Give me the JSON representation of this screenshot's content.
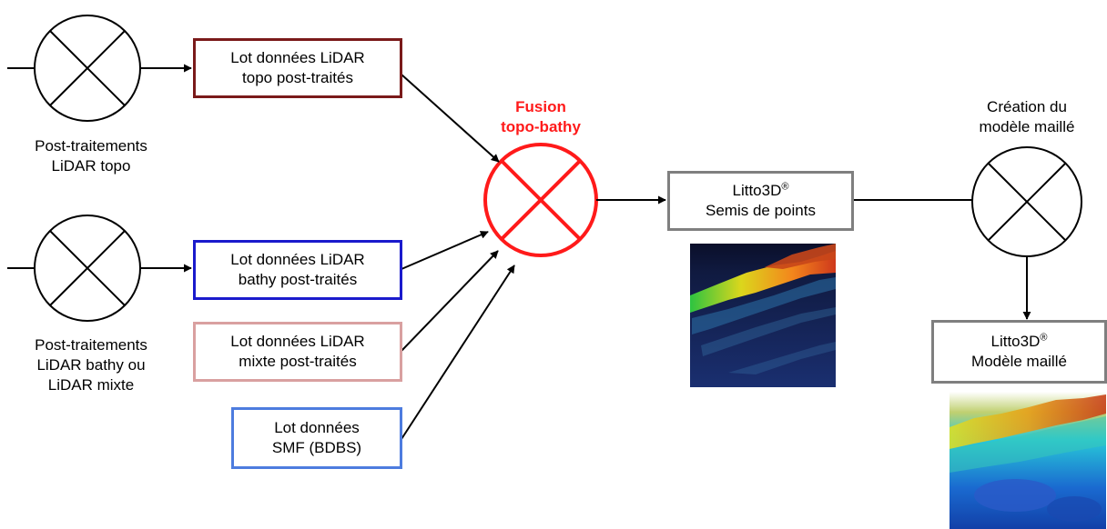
{
  "nodes": {
    "op_topo": {
      "lines": [
        "Post-traitements",
        "LiDAR topo"
      ]
    },
    "op_bathy": {
      "lines": [
        "Post-traitements",
        "LiDAR bathy ou",
        "LiDAR mixte"
      ]
    },
    "op_fusion": {
      "lines": [
        "Fusion",
        "topo-bathy"
      ]
    },
    "op_maillage": {
      "lines": [
        "Création du",
        "modèle maillé"
      ]
    },
    "box_topo": {
      "lines": [
        "Lot données LiDAR",
        "topo post-traités"
      ],
      "color": "#7a1a1a"
    },
    "box_bathy": {
      "lines": [
        "Lot données LiDAR",
        "bathy post-traités"
      ],
      "color": "#1a1acc"
    },
    "box_mixte": {
      "lines": [
        "Lot données LiDAR",
        "mixte post-traités"
      ],
      "color": "#d9a0a0"
    },
    "box_smf": {
      "lines": [
        "Lot données",
        "SMF (BDBS)"
      ],
      "color": "#4d7cdf"
    },
    "box_semis": {
      "line1": "Litto3D",
      "sup": "®",
      "line2": "Semis de points",
      "color": "#7f7f7f"
    },
    "box_modele": {
      "line1": "Litto3D",
      "sup": "®",
      "line2": "Modèle maillé",
      "color": "#7f7f7f"
    }
  },
  "colors": {
    "fusion": "#ff1a1a",
    "operator": "#000000"
  },
  "images": {
    "point_cloud": "point-cloud-image",
    "mesh_model": "mesh-model-image"
  }
}
